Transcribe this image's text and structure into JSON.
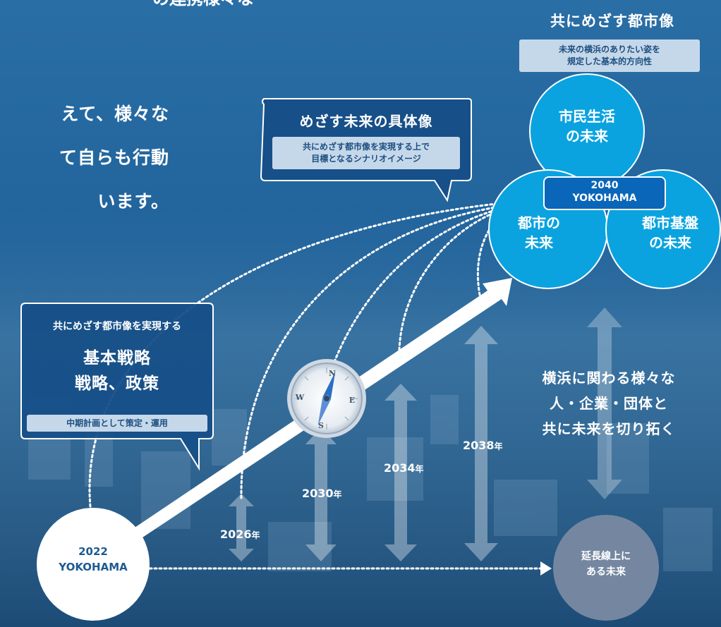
{
  "header": {
    "top_cut_text": "の連携様々な",
    "intro_lines": [
      "えて、様々な",
      "て自らも行動",
      "います。"
    ]
  },
  "vision": {
    "title": "共にめざす都市像",
    "subtitle_lines": [
      "未来の横浜のありたい姿を",
      "規定した基本的方向性"
    ]
  },
  "future_bubble": {
    "title": "めざす未来の具体像",
    "sub_lines": [
      "共にめざす都市像を実現する上で",
      "目標となるシナリオイメージ"
    ]
  },
  "circles": {
    "life": [
      "市民生活",
      "の未来"
    ],
    "city": [
      "都市の",
      "未来"
    ],
    "infra": [
      "都市基盤",
      "の未来"
    ],
    "center_label": [
      "2040",
      "YOKOHAMA"
    ]
  },
  "strategy_bubble": {
    "top": "共にめざす都市像を実現する",
    "main_lines": [
      "基本戦略",
      "戦略、政策"
    ],
    "bottom": "中期計画として策定・運用"
  },
  "years": [
    {
      "num": "2026",
      "unit": "年"
    },
    {
      "num": "2030",
      "unit": "年"
    },
    {
      "num": "2034",
      "unit": "年"
    },
    {
      "num": "2038",
      "unit": "年"
    }
  ],
  "start_circle": [
    "2022",
    "YOKOHAMA"
  ],
  "extension_circle": [
    "延長線上に",
    "ある未来"
  ],
  "right_text": [
    "横浜に関わる様々な",
    "人・企業・団体と",
    "共に未来を切り拓く"
  ],
  "colors": {
    "background": "#1f5d8f",
    "circle_blue": "#0aa3e0",
    "label_blue": "#0a66b8",
    "bubble_dark": "#174f88",
    "extension_gray": "#7587a0"
  }
}
